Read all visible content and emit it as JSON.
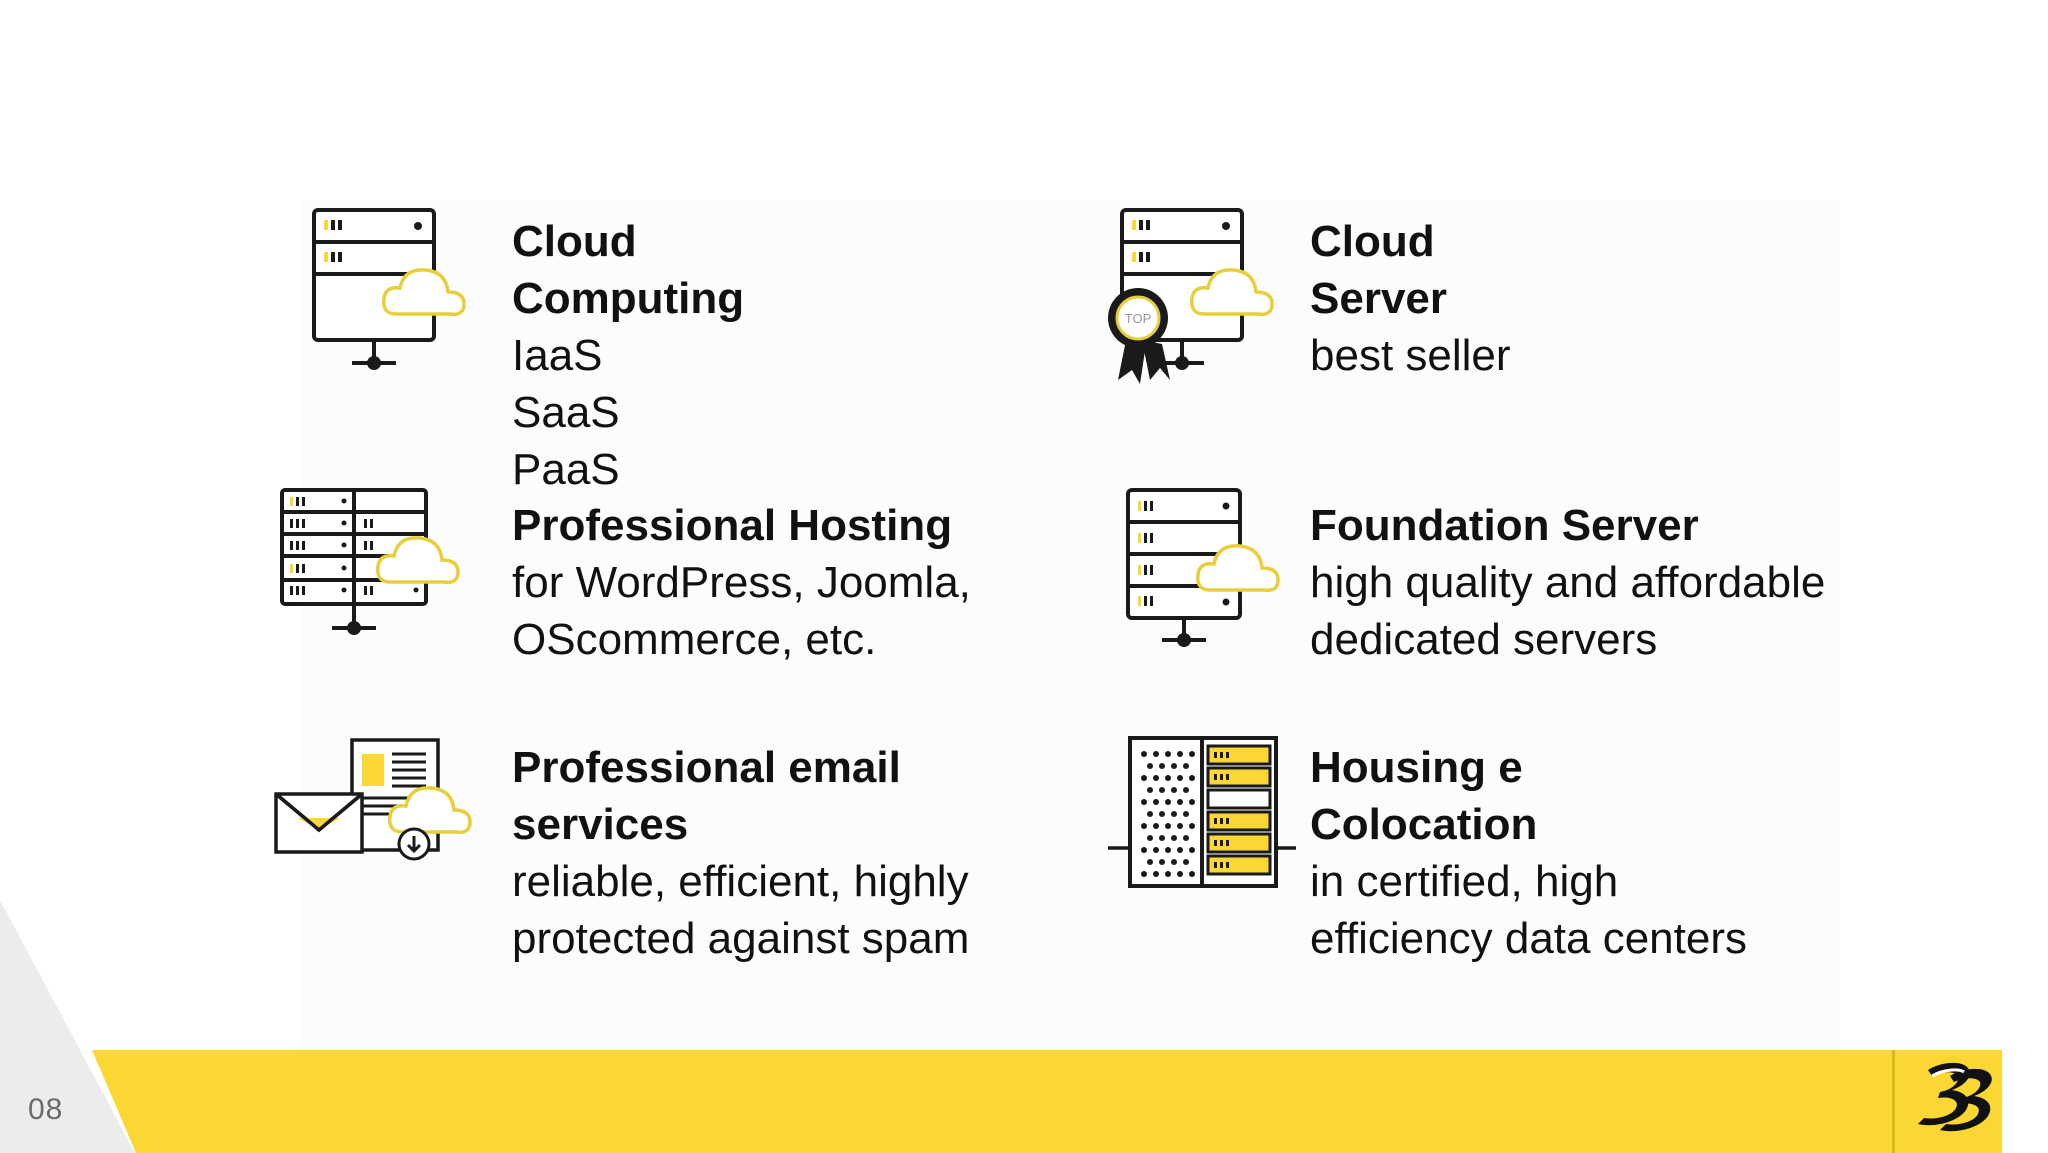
{
  "page": {
    "number": "08",
    "colors": {
      "accent_yellow": "#FBD734",
      "ink": "#111111",
      "icon_stroke": "#1a1a1a",
      "cloud_stroke": "#E6CF3A",
      "wedge_gray": "#ececec"
    }
  },
  "services": [
    {
      "title": "Cloud Computing",
      "lines": [
        "IaaS",
        "SaaS",
        "PaaS"
      ],
      "icon": "server-cloud-icon"
    },
    {
      "title": "Cloud Server",
      "lines": [
        "best seller"
      ],
      "icon": "server-top-badge-icon"
    },
    {
      "title": "Professional Hosting",
      "lines": [
        "for WordPress, Joomla,",
        "OScommerce, etc."
      ],
      "icon": "server-rack-cloud-icon"
    },
    {
      "title": "Foundation Server",
      "lines": [
        "high quality and affordable",
        "dedicated servers"
      ],
      "icon": "server-four-units-icon"
    },
    {
      "title": "Professional email services",
      "lines": [
        "reliable, efficient, highly",
        "protected against spam"
      ],
      "icon": "email-document-cloud-icon"
    },
    {
      "title": "Housing e Colocation",
      "lines": [
        "in certified, high",
        "efficiency data centers"
      ],
      "icon": "datacenter-rack-icon"
    }
  ],
  "badge": {
    "text": "TOP"
  },
  "logo": {
    "icon": "bb-logo-icon"
  }
}
